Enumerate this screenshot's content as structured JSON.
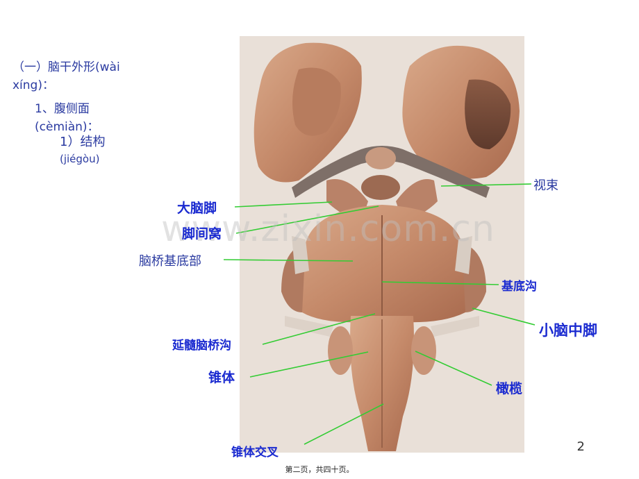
{
  "outline": {
    "level1": "（一）脑干外形(wài xíng)：",
    "level1_a": "（一）脑干外形(wài",
    "level1_b": "xíng)：",
    "level2_a": "1、腹侧面",
    "level2_b": "(cèmiàn)：",
    "level3_a": "1）结构",
    "level3_b": "(jiégòu)"
  },
  "figure": {
    "watermark": "www.zixin.com.cn",
    "labels": {
      "shishu": "视束",
      "danaojiao": "大脑脚",
      "jiaojianwo": "脚间窝",
      "naoqiaojidibu": "脑桥基底部",
      "jidigou": "基底沟",
      "xiaonaozhongjiao": "小脑中脚",
      "yansuinaoqiaogou": "延髓脑桥沟",
      "zhuiti": "锥体",
      "ganlan": "橄榄",
      "zhuitijiaocha": "锥体交叉"
    },
    "colors": {
      "leader_line": "#33cc33",
      "label_blue": "#1a2ad0"
    }
  },
  "page_number": "2",
  "footer": "第二页，共四十页。"
}
